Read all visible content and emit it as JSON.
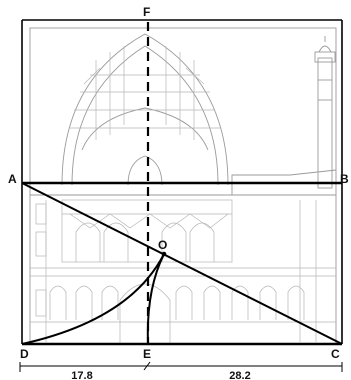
{
  "points": {
    "A": "A",
    "B": "B",
    "C": "C",
    "D": "D",
    "E": "E",
    "F": "F",
    "O": "O"
  },
  "dimensions": {
    "left": "17.8",
    "right": "28.2"
  }
}
